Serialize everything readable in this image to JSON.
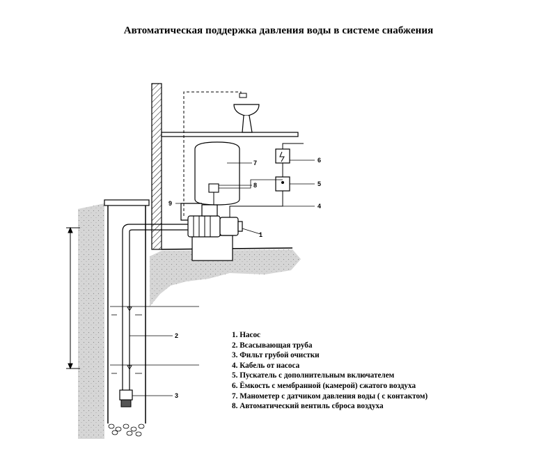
{
  "title": "Автоматическая поддержка давления воды в системе снабжения",
  "callouts": [
    "1",
    "2",
    "3",
    "4",
    "5",
    "6",
    "7",
    "8",
    "9"
  ],
  "legend": [
    "1. Насос",
    "2. Всасывающая труба",
    "3. Фильт грубой очистки",
    "4. Кабель от насоса",
    "5. Пускатель с дополнительным включателем",
    "6. Ёмкость с мембранной (камерой) сжатого воздуха",
    "7. Манометер с датчиком давления воды ( с контактом)",
    "8. Автоматический вентиль сброса воздуха"
  ],
  "colors": {
    "ink": "#000000",
    "ground": "#d9d9d9",
    "background": "#ffffff"
  }
}
